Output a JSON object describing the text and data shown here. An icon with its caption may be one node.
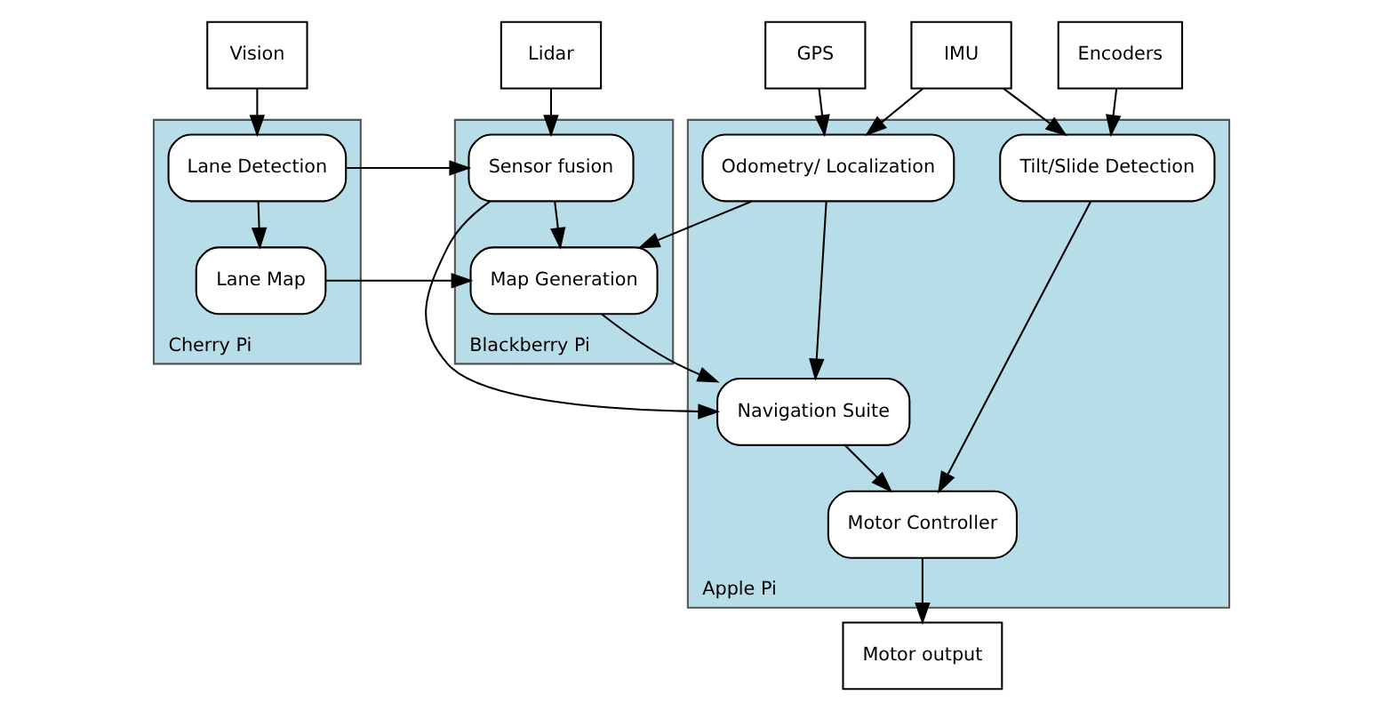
{
  "diagram": {
    "nodes": [
      {
        "text": [
          "Vision"
        ]
      },
      {
        "text": [
          "Lidar"
        ]
      },
      {
        "text": [
          "GPS"
        ]
      },
      {
        "text": [
          "IMU"
        ]
      },
      {
        "text": [
          "Encoders"
        ]
      },
      {
        "text": [
          "Cherry Pi"
        ]
      },
      {
        "text": [
          "Lane Detection"
        ],
        "in": 5
      },
      {
        "text": [
          "Lane Map"
        ],
        "in": 5
      },
      {
        "text": [
          "Blackberry Pi"
        ]
      },
      {
        "text": [
          "Sensor fusion"
        ],
        "in": 8
      },
      {
        "text": [
          "Map Generation"
        ],
        "in": 8
      },
      {
        "text": [
          "Apple Pi"
        ]
      },
      {
        "text": [
          "Odometry/ Localization"
        ],
        "in": 11
      },
      {
        "text": [
          "Tilt/Slide Detection"
        ],
        "in": 11
      },
      {
        "text": [
          "Navigation Suite"
        ],
        "in": 11
      },
      {
        "text": [
          "Motor Controller"
        ],
        "in": 11
      },
      {
        "text": [
          "Motor output"
        ]
      }
    ],
    "edges": [
      {
        "from": 0,
        "to": 6,
        "arrow": "to"
      },
      {
        "from": 6,
        "to": 7,
        "arrow": "to"
      },
      {
        "from": 6,
        "to": 9,
        "arrow": "to"
      },
      {
        "from": 7,
        "to": 10,
        "arrow": "to"
      },
      {
        "from": 1,
        "to": 9,
        "arrow": "to"
      },
      {
        "from": 9,
        "to": 10,
        "arrow": "to"
      },
      {
        "from": 9,
        "to": 14,
        "arrow": "to"
      },
      {
        "from": 10,
        "to": 14,
        "arrow": "to"
      },
      {
        "from": 2,
        "to": 12,
        "arrow": "to"
      },
      {
        "from": 3,
        "to": 12,
        "arrow": "to"
      },
      {
        "from": 3,
        "to": 13,
        "arrow": "to"
      },
      {
        "from": 4,
        "to": 13,
        "arrow": "to"
      },
      {
        "from": 12,
        "to": 10,
        "arrow": "to"
      },
      {
        "from": 12,
        "to": 14,
        "arrow": "to"
      },
      {
        "from": 13,
        "to": 15,
        "arrow": "to"
      },
      {
        "from": 14,
        "to": 15,
        "arrow": "to"
      },
      {
        "from": 15,
        "to": 16,
        "arrow": "to"
      }
    ]
  }
}
